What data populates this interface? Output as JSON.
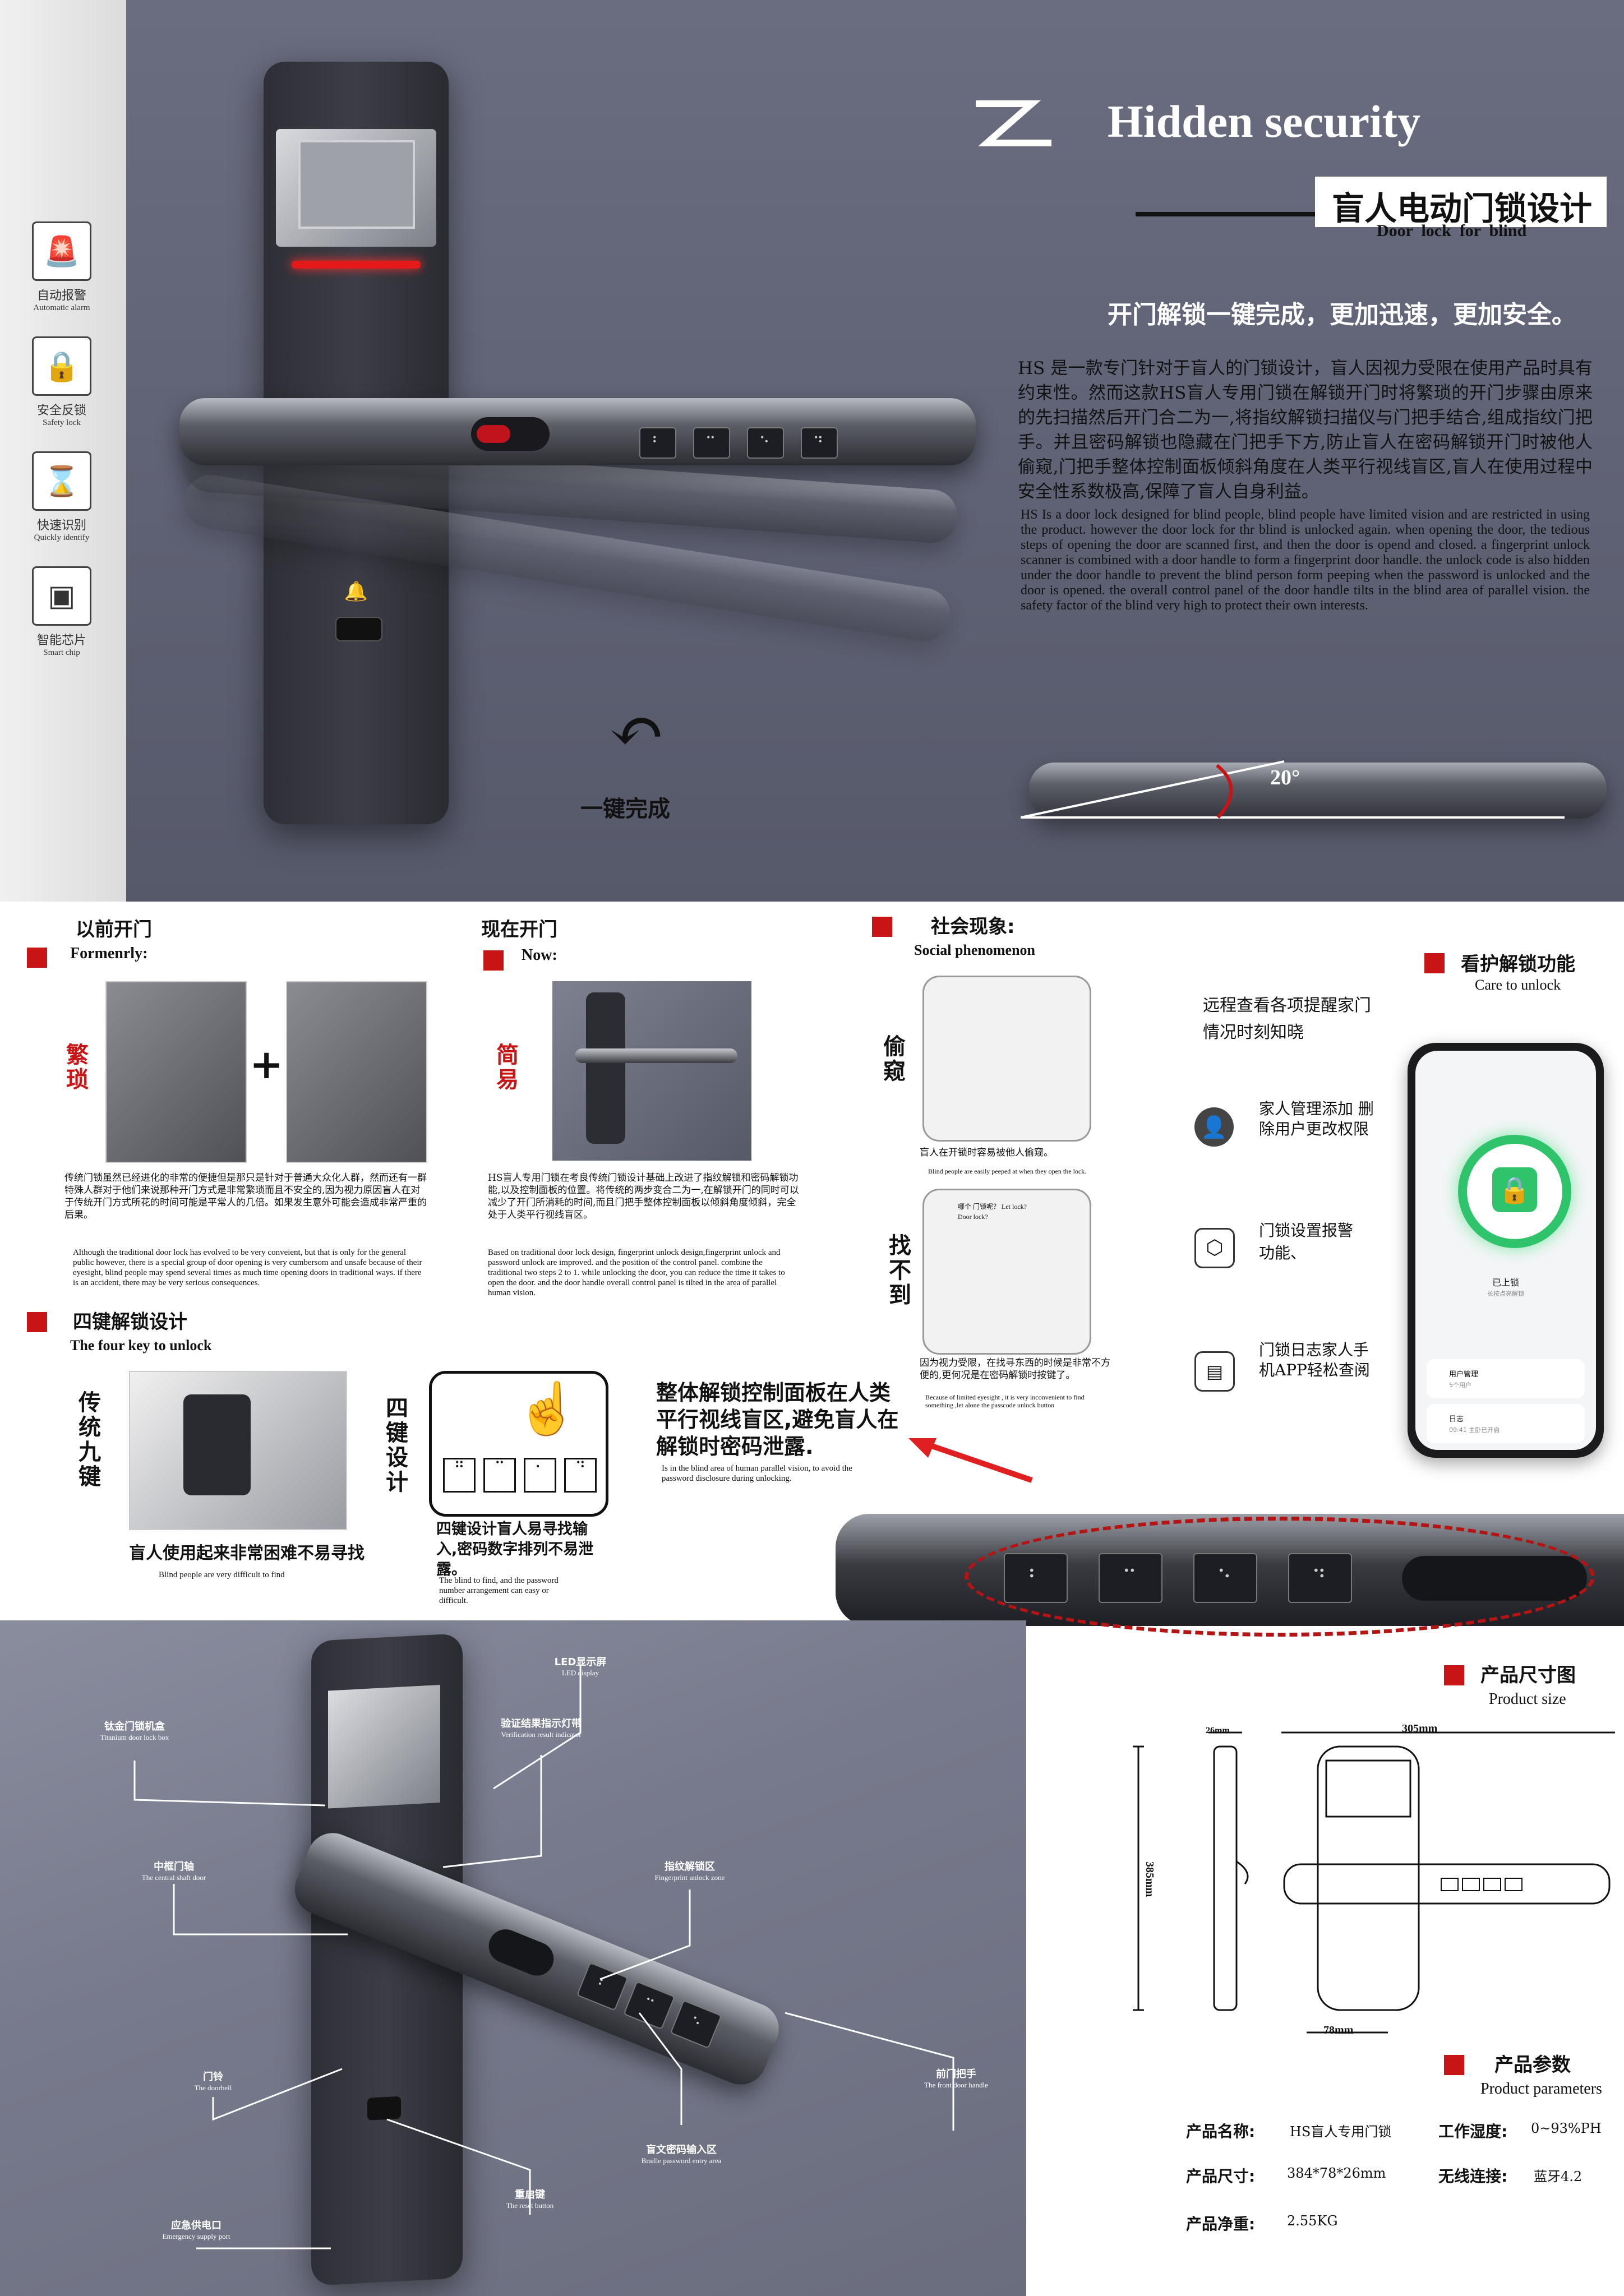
{
  "hero": {
    "title": "Hidden security",
    "subtitle_cn": "盲人电动门锁设计",
    "subtitle_en": "Door  lock  for  blind",
    "slogan": "开门解锁一键完成，更加迅速，更加安全。",
    "desc_cn": "HS 是一款专门针对于盲人的门锁设计，盲人因视力受限在使用产品时具有约束性。然而这款HS盲人专用门锁在解锁开门时将繁琐的开门步骤由原来的先扫描然后开门合二为一,将指纹解锁扫描仪与门把手结合,组成指纹门把手。并且密码解锁也隐藏在门把手下方,防止盲人在密码解锁开门时被他人偷窥,门把手整体控制面板倾斜角度在人类平行视线盲区,盲人在使用过程中安全性系数极高,保障了盲人自身利益。",
    "desc_en": "HS  Is a door lock designed for blind people, blind people have limited vision and are restricted in using the product. however the door lock for thr blind is unlocked again. when opening the door, the tedious steps of opening the door are scanned first, and then the door is opend and closed. a fingerprint unlock scanner is combined with a door handle to form a fingerprint door handle. the unlock code is also hidden under the door handle to prevent the blind person form peeping when the password is unlocked and the door is opened. the overall control panel of the door handle tilts in the blind area of parallel vision. the safety factor of the blind very high to protect their own interests.",
    "one_key": "一键完成",
    "angle": "20°",
    "features": [
      {
        "cn": "自动报警",
        "en": "Automatic alarm",
        "icon": "alarm-icon",
        "glyph": "🚨"
      },
      {
        "cn": "安全反锁",
        "en": "Safety lock",
        "icon": "lock-icon",
        "glyph": "🔒"
      },
      {
        "cn": "快速识别",
        "en": "Quickly identify",
        "icon": "hourglass-icon",
        "glyph": "⌛"
      },
      {
        "cn": "智能芯片",
        "en": "Smart chip",
        "icon": "chip-icon",
        "glyph": "▣"
      }
    ]
  },
  "before": {
    "title_cn": "以前开门",
    "title_en": "Formenrly:",
    "tag": "繁琐",
    "text_cn": "传统门锁虽然已经进化的非常的便捷但是那只是针对于普通大众化人群，然而还有一群特殊人群对于他们来说那种开门方式是非常繁琐而且不安全的,因为视力原因盲人在对于传统开门方式所花的时间可能是平常人的几倍。如果发生意外可能会造成非常严重的后果。",
    "text_en": "Although the traditional door lock has evolved to be very conveient, but that is only for the general public however, there is a special group of door opening is very cumbersom and unsafe because of their eyesight, blind people may spend several times as much time opening doors in traditional ways. if there is an accident, there may be very serious consequences."
  },
  "now": {
    "title_cn": "现在开门",
    "title_en": "Now:",
    "tag": "简易",
    "text_cn": "HS盲人专用门锁在考良传统门锁设计基础上改进了指纹解锁和密码解锁功能,以及控制面板的位置。将传统的两步变合二为一,在解锁开门的同时可以减少了开门所消耗的时间,而且门把手整体控制面板以倾斜角度倾斜，完全处于人类平行视线盲区。",
    "text_en": "Based on traditional door lock design, fingerprint unlock design,fingerprint unlock and password unlock are improved. and the position of the control panel. combine the traditional two steps 2 to 1. while unlocking the door, you can reduce the time it takes to open the door. and the door handle overall control panel is tilted in the area of parallel human vision."
  },
  "four_key": {
    "title_cn": "四键解锁设计",
    "title_en": "The four key to unlock",
    "tag_old": "传统九键",
    "tag_new": "四键设计",
    "caption_old_cn": "盲人使用起来非常困难不易寻找",
    "caption_old_en": "Blind people are very difficult to find",
    "caption_new_cn": "四键设计盲人易寻找输入,密码数字排列不易泄露。",
    "caption_new_en": "The blind to find, and the password number arrangement can easy or difficult."
  },
  "social": {
    "title_cn": "社会现象:",
    "title_en": "Social phenomenon",
    "tag1": "偷窥",
    "cap1_cn": "盲人在开锁时容易被他人偷窥。",
    "cap1_en": "Blind people are easily peeped at when they open the lock.",
    "tag2": "找不到",
    "bubble": "哪个 门锁呢？ Let lock? Door lock?",
    "cap2_cn": "因为视力受限，在找寻东西的时候是非常不方便的,更何况是在密码解锁时按键了。",
    "cap2_en": "Because of limited eyesight , it is very inconvenient to find something ,let alone the passcode unlock button"
  },
  "panel_note": {
    "cn": "整体解锁控制面板在人类平行视线盲区,避免盲人在解锁时密码泄露.",
    "en": "Is in the blind area of human parallel vision, to avoid the password disclosure during unlocking."
  },
  "care": {
    "title_cn": "看护解锁功能",
    "title_en": "Care to unlock",
    "remote": "远程查看各项提醒家门情况时刻知晓",
    "items": [
      {
        "text": "家人管理添加  删除用户更改权限",
        "icon": "user-icon"
      },
      {
        "text": "门锁设置报警功能、",
        "icon": "settings-icon"
      },
      {
        "text": "门锁日志家人手机APP轻松查阅",
        "icon": "log-icon"
      }
    ],
    "phone": {
      "status": "已上锁",
      "status_sub": "长按点亮解锁",
      "card1_title": "用户管理",
      "card1_sub": "5个用户",
      "card2_title": "日志",
      "card2_sub": "09:41 主卧已开启"
    }
  },
  "callouts": [
    {
      "cn": "LED显示屏",
      "en": "LED display"
    },
    {
      "cn": "钛金门锁机盒",
      "en": "Titanium door lock box"
    },
    {
      "cn": "验证结果指示灯带",
      "en": "Verification result indicator"
    },
    {
      "cn": "中框门轴",
      "en": "The central shaft door"
    },
    {
      "cn": "指纹解锁区",
      "en": "Fingerprint unlock zone"
    },
    {
      "cn": "门铃",
      "en": "The doorbell"
    },
    {
      "cn": "前门把手",
      "en": "The front door handle"
    },
    {
      "cn": "盲文密码输入区",
      "en": "Braille password entry area"
    },
    {
      "cn": "重启键",
      "en": "The reset button"
    },
    {
      "cn": "应急供电口",
      "en": "Emergency supply port"
    }
  ],
  "size": {
    "title_cn": "产品尺寸图",
    "title_en": "Product size",
    "d_width": "305mm",
    "d_height": "385mm",
    "d_depth": "26mm",
    "d_base": "78mm"
  },
  "params": {
    "title_cn": "产品参数",
    "title_en": "Product parameters",
    "rows": [
      {
        "label": "产品名称:",
        "value": "HS盲人专用门锁"
      },
      {
        "label": "工作湿度:",
        "value": "0~93%PH"
      },
      {
        "label": "产品尺寸:",
        "value": "384*78*26mm"
      },
      {
        "label": "无线连接:",
        "value": "蓝牙4.2"
      },
      {
        "label": "产品净重:",
        "value": "2.55KG"
      }
    ]
  },
  "colors": {
    "accent": "#c81414",
    "hero_bg": "#5f6274",
    "phone_green": "#2fc36b"
  }
}
